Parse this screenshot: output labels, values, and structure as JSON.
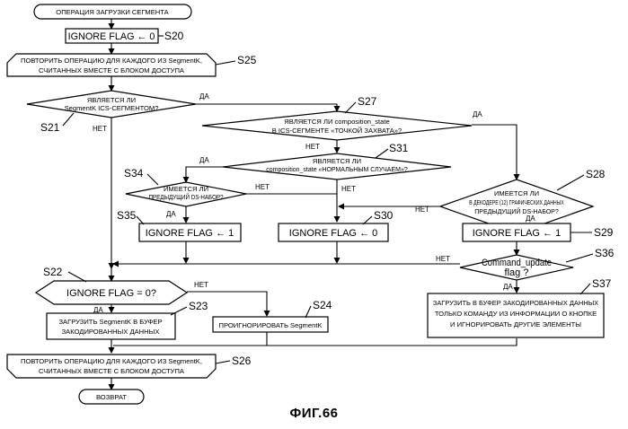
{
  "start": "ОПЕРАЦИЯ ЗАГРУЗКИ СЕГМЕНТА",
  "s20": {
    "label": "IGNORE FLAG ← 0",
    "step": "S20"
  },
  "s25": {
    "line1": "ПОВТОРИТЬ ОПЕРАЦИЮ ДЛЯ КАЖДОГО ИЗ SegmentK,",
    "line2": "СЧИТАННЫХ ВМЕСТЕ С БЛОКОМ ДОСТУПА",
    "step": "S25"
  },
  "s21": {
    "line1": "ЯВЛЯЕТСЯ ЛИ",
    "line2": "SegmentK ICS-СЕГМЕНТОМ?",
    "step": "S21"
  },
  "s27": {
    "line1": "ЯВЛЯЕТСЯ ЛИ composition_state",
    "line2": "В ICS-СЕГМЕНТЕ «ТОЧКОЙ ЗАХВАТА»?",
    "step": "S27"
  },
  "s31": {
    "line1": "ЯВЛЯЕТСЯ ЛИ",
    "line2": "composition_state «НОРМАЛЬНЫМ СЛУЧАЕМ»?",
    "step": "S31"
  },
  "s34": {
    "line1": "ИМЕЕТСЯ ЛИ",
    "line2": "ПРЕДЫДУЩИЙ DS-НАБОР?",
    "step": "S34"
  },
  "s28": {
    "line1": "ИМЕЕТСЯ ЛИ",
    "line2": "В ДЕКОДЕРЕ (12) ГРАФИЧЕСКИХ ДАННЫХ",
    "line3": "ПРЕДЫДУЩИЙ DS-НАБОР?",
    "step": "S28"
  },
  "s35": {
    "label": "IGNORE FLAG ← 1",
    "step": "S35"
  },
  "s30": {
    "label": "IGNORE FLAG ← 0",
    "step": "S30"
  },
  "s29": {
    "label": "IGNORE FLAG ← 1",
    "step": "S29"
  },
  "s36": {
    "line1": "Command_update",
    "line2": "flag ?",
    "step": "S36"
  },
  "s22": {
    "label": "IGNORE FLAG = 0?",
    "step": "S22"
  },
  "s23": {
    "line1": "ЗАГРУЗИТЬ SegmentK В БУФЕР",
    "line2": "ЗАКОДИРОВАННЫХ ДАННЫХ",
    "step": "S23"
  },
  "s24": {
    "label": "ПРОИГНОРИРОВАТЬ SegmentK",
    "step": "S24"
  },
  "s37": {
    "line1": "ЗАГРУЗИТЬ В БУФЕР ЗАКОДИРОВАННЫХ ДАННЫХ",
    "line2": "ТОЛЬКО КОМАНДУ ИЗ ИНФОРМАЦИИ О КНОПКЕ",
    "line3": "И ИГНОРИРОВАТЬ ДРУГИЕ ЭЛЕМЕНТЫ",
    "step": "S37"
  },
  "s26": {
    "line1": "ПОВТОРИТЬ ОПЕРАЦИЮ ДЛЯ КАЖДОГО ИЗ SegmentK,",
    "line2": "СЧИТАННЫХ ВМЕСТЕ С БЛОКОМ ДОСТУПА",
    "step": "S26"
  },
  "end": "ВОЗВРАТ",
  "branch": {
    "yes": "ДА",
    "no": "НЕТ"
  },
  "figure": "ФИГ.66"
}
